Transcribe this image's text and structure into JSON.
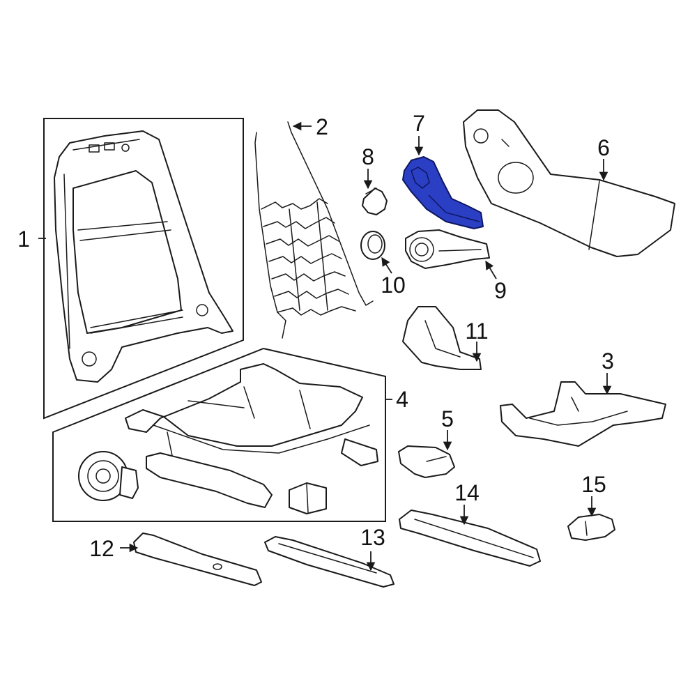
{
  "diagram": {
    "highlight_color": "#2b3fc4",
    "callouts": [
      {
        "id": "c1",
        "label": "1"
      },
      {
        "id": "c2",
        "label": "2"
      },
      {
        "id": "c3",
        "label": "3"
      },
      {
        "id": "c4",
        "label": "4"
      },
      {
        "id": "c5",
        "label": "5"
      },
      {
        "id": "c6",
        "label": "6"
      },
      {
        "id": "c7",
        "label": "7"
      },
      {
        "id": "c8",
        "label": "8"
      },
      {
        "id": "c9",
        "label": "9"
      },
      {
        "id": "c10",
        "label": "10"
      },
      {
        "id": "c11",
        "label": "11"
      },
      {
        "id": "c12",
        "label": "12"
      },
      {
        "id": "c13",
        "label": "13"
      },
      {
        "id": "c14",
        "label": "14"
      },
      {
        "id": "c15",
        "label": "15"
      }
    ]
  }
}
